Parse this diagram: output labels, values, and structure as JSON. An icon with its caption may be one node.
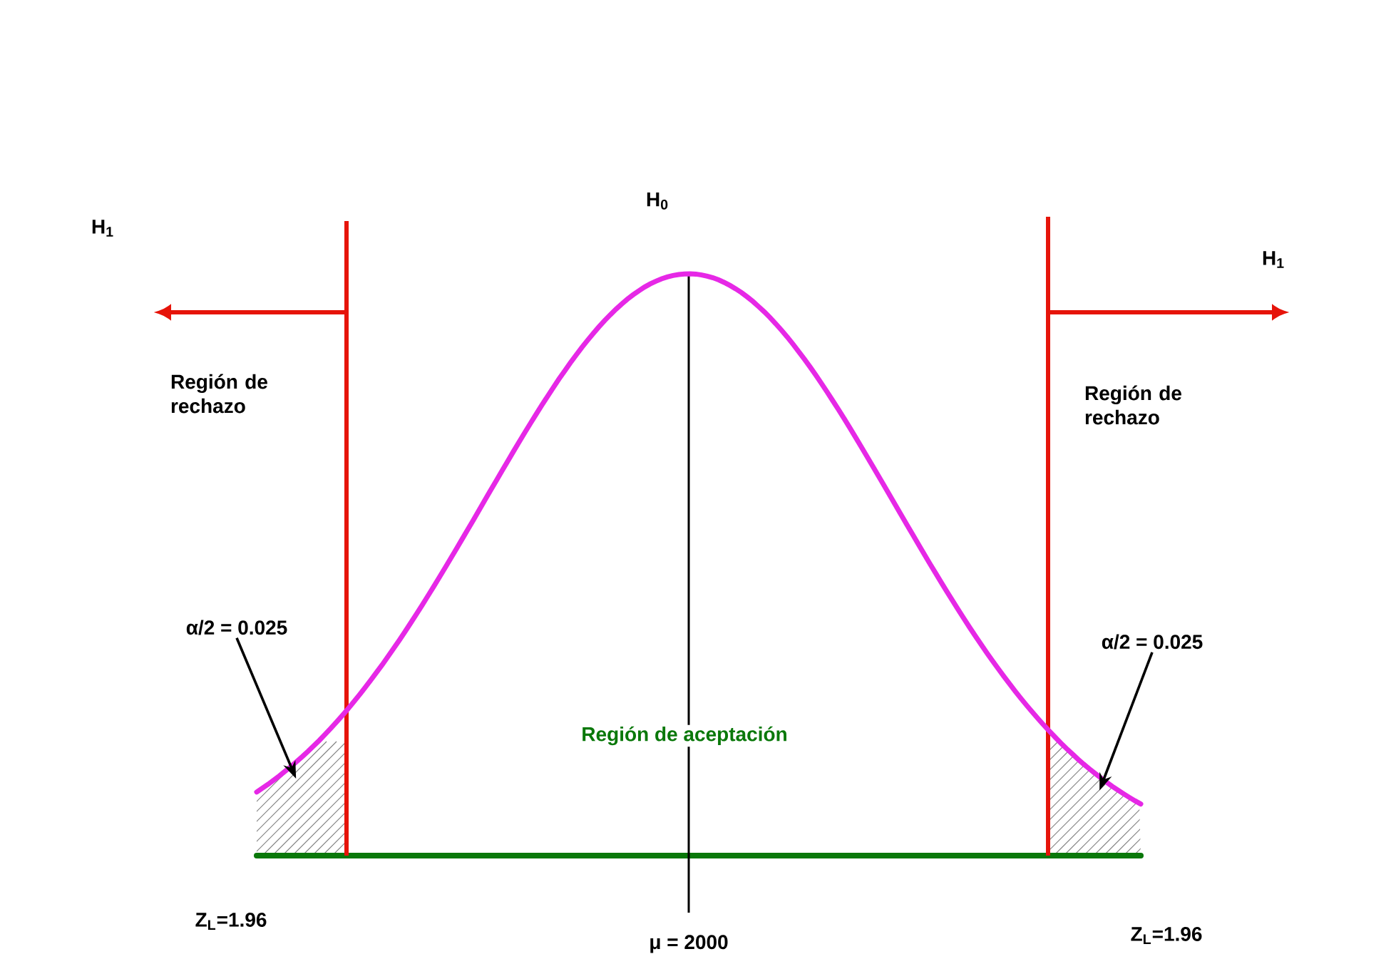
{
  "diagram": {
    "nodes": [
      {
        "text": [
          "α/2 = 0.025"
        ]
      },
      {
        "text": [],
        "shape": "box"
      },
      {
        "text": [
          "α/2 = 0.025"
        ]
      },
      {
        "text": [],
        "shape": "box"
      }
    ],
    "edges": [
      {
        "from": 0,
        "to": 1,
        "arrow": "to"
      },
      {
        "from": 2,
        "to": 3,
        "arrow": "to"
      }
    ],
    "labels": [
      "H$_{1}$",
      "H$_{0}$",
      "H$_{1}$",
      "Región de rechazo",
      "Región de rechazo",
      "Región de aceptación",
      "Z$_{L}$=1.96",
      "μ = 2000",
      "Z$_{L}$=1.96"
    ]
  }
}
